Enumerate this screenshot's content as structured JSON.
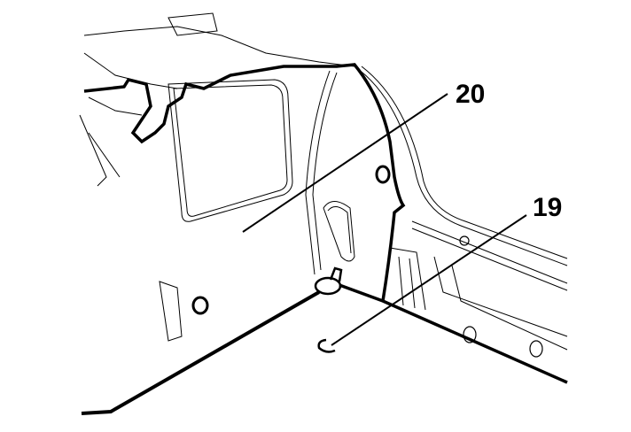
{
  "diagram": {
    "callouts": [
      {
        "id": "20",
        "label": "20"
      },
      {
        "id": "19",
        "label": "19"
      }
    ],
    "colors": {
      "line": "#000000",
      "background": "#ffffff"
    }
  }
}
